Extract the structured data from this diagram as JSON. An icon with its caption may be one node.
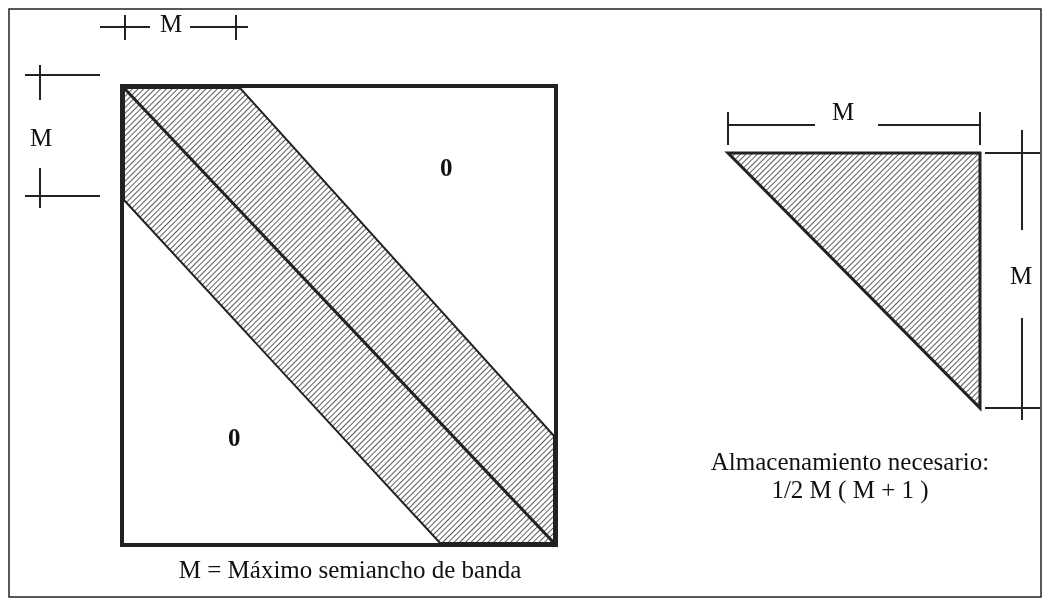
{
  "diagram": {
    "caption": "M = Máximo semiancho de banda",
    "labels": [
      "M",
      "M",
      "M",
      "0",
      "M",
      "0",
      "Almacenamiento necesario:",
      "1/2 M ( M + 1 )"
    ]
  }
}
